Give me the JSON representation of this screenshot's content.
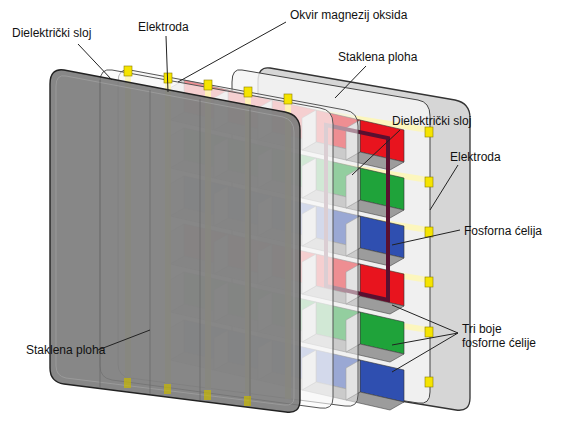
{
  "diagram": {
    "labels": [
      "Dielektrički sloj",
      "Elektroda",
      "Okvir magnezij oksida",
      "Staklena ploha",
      "Dielektrički sloj",
      "Elektroda",
      "Fosforna ćelija",
      "Tri boje fosforne ćelije",
      "Staklena ploha"
    ]
  }
}
